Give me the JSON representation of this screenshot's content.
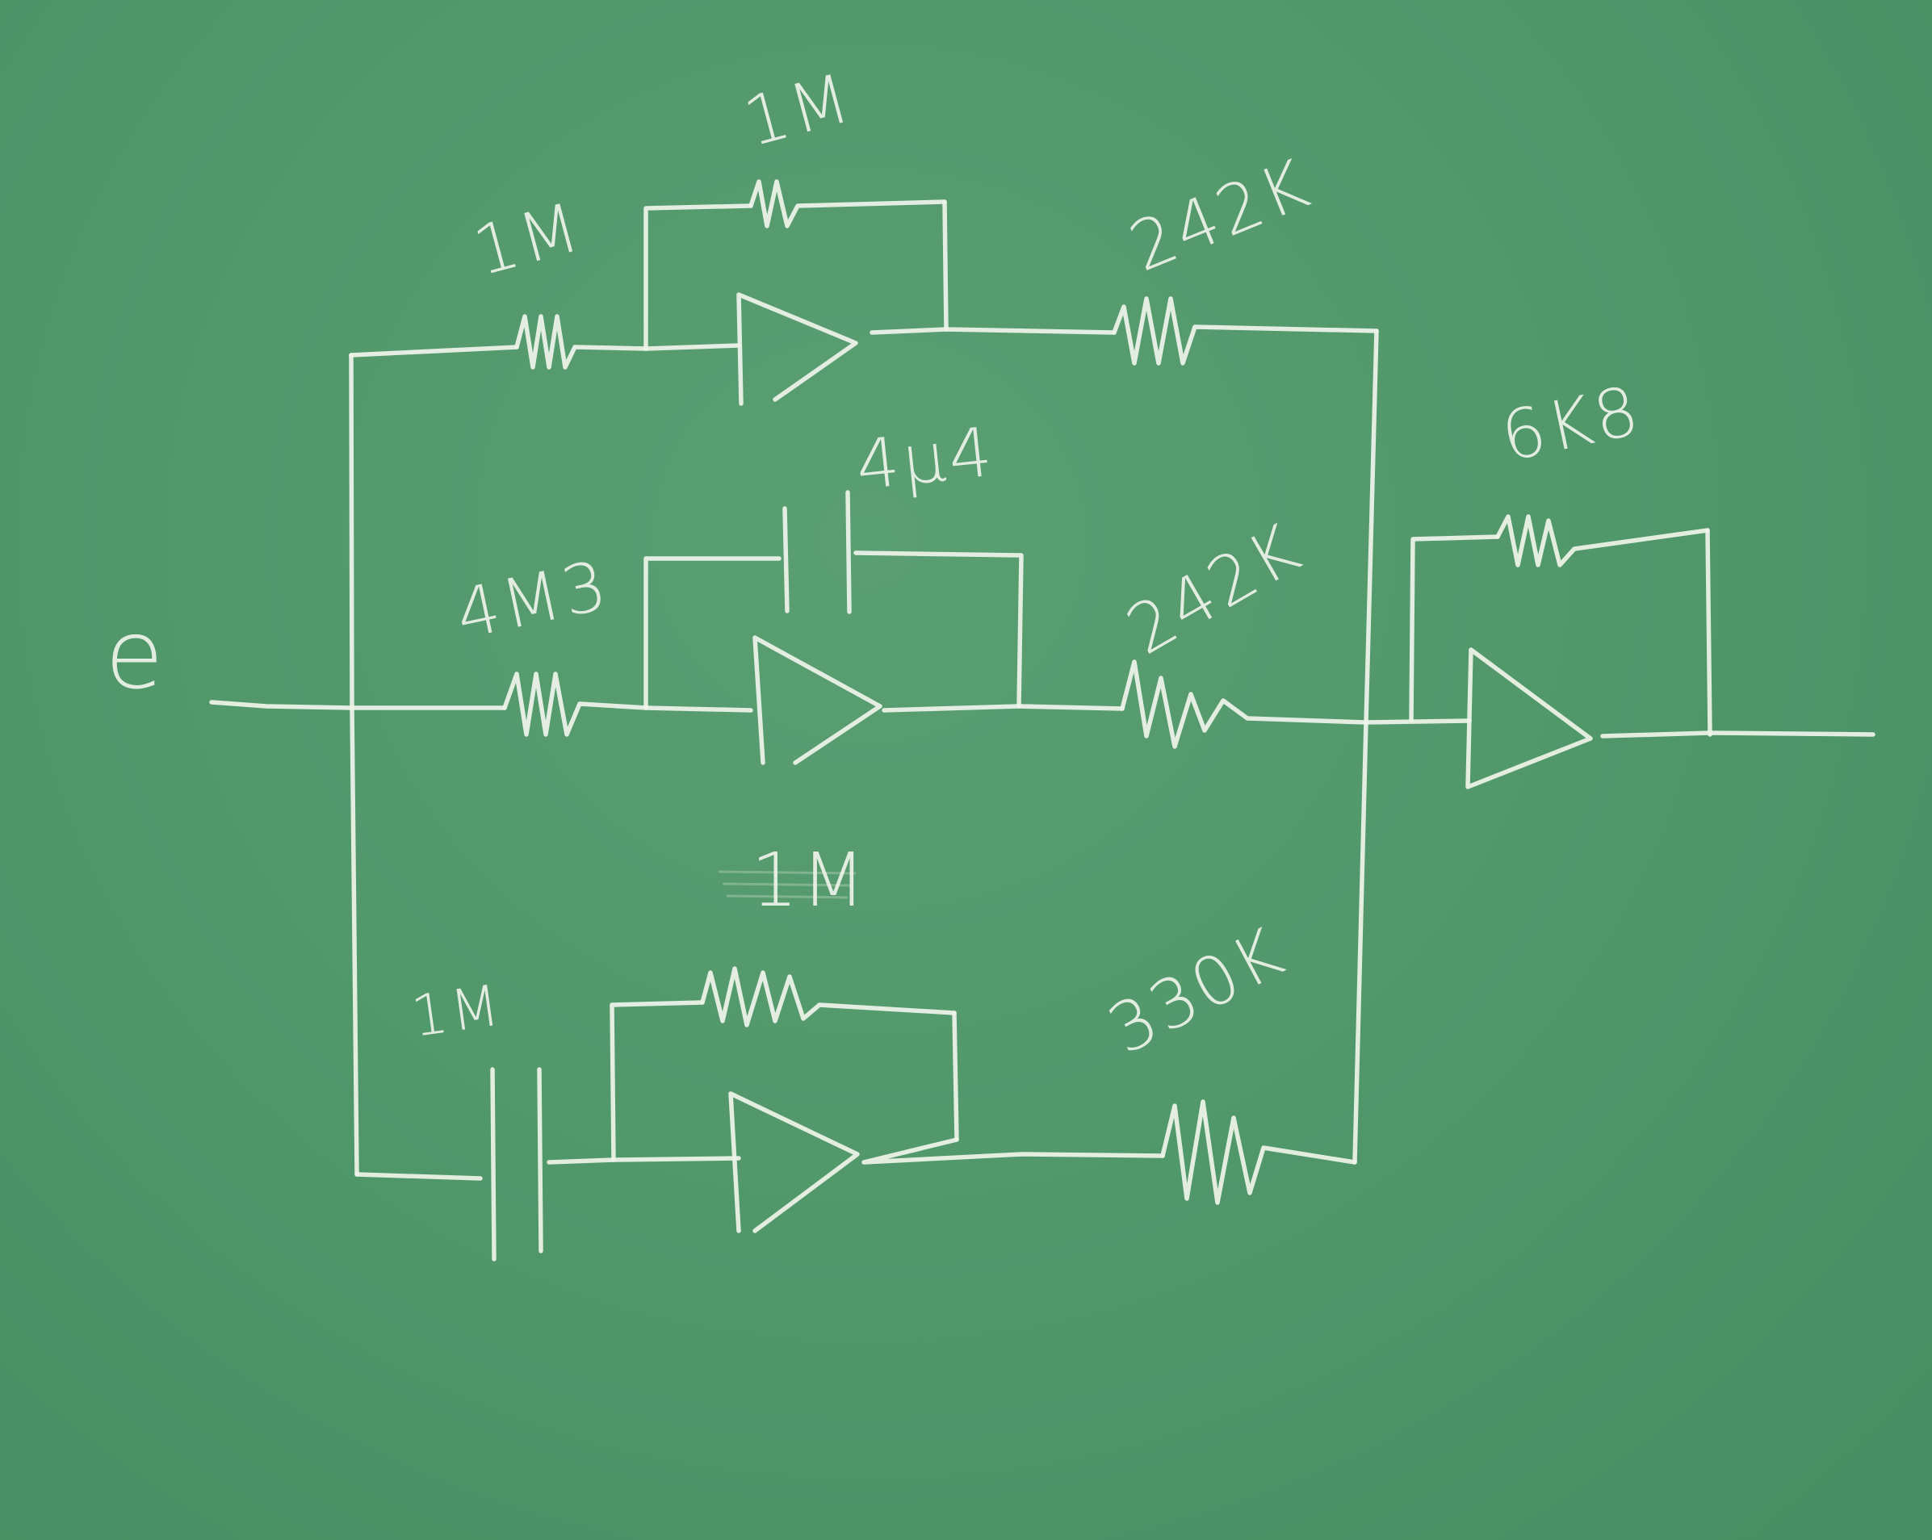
{
  "diagram": {
    "input_label": "e",
    "top_branch": {
      "input_resistor": "1M",
      "feedback_resistor": "1M",
      "output_resistor": "242K"
    },
    "middle_branch": {
      "input_resistor": "4M3",
      "feedback_capacitor": "4µ4",
      "output_resistor": "242K"
    },
    "bottom_branch": {
      "input_capacitor": "1M",
      "feedback_resistor": "1M",
      "output_resistor": "330K"
    },
    "summing_amp": {
      "feedback_resistor": "6K8"
    },
    "colors": {
      "board": "#4f9669",
      "chalk": "#eef3ea"
    }
  }
}
